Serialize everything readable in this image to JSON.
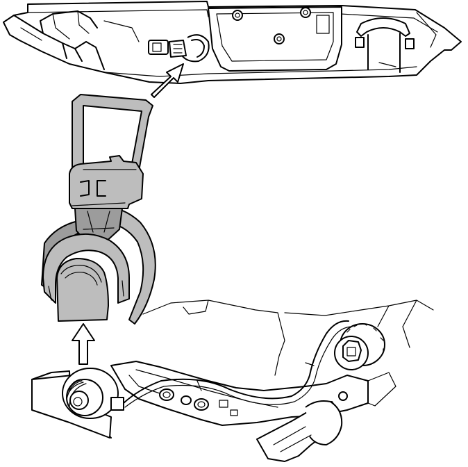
{
  "diagram": {
    "colors": {
      "line": "#000000",
      "background": "#ffffff",
      "part_fill": "#bdbdbd",
      "part_fill_dark": "#9c9c9c",
      "housing_fill": "#ffffff"
    },
    "parts": [
      {
        "id": "upper-housing",
        "icon": "trim-panel-housing"
      },
      {
        "id": "highlighted-connector",
        "icon": "bulb-socket-connector"
      },
      {
        "id": "lower-lamp-assembly",
        "icon": "lamp-socket-wiring-assembly"
      }
    ],
    "arrows": [
      {
        "id": "arrow-to-housing",
        "direction": "up-right"
      },
      {
        "id": "arrow-from-socket",
        "direction": "up"
      }
    ]
  }
}
